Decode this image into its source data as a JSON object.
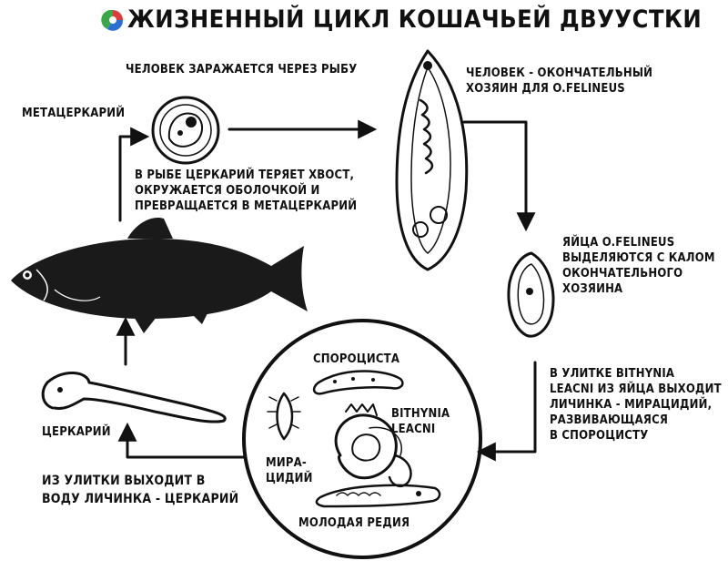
{
  "title": "ЖИЗНЕННЫЙ ЦИКЛ КОШАЧЬЕЙ ДВУУСТКИ",
  "labels": {
    "human_infected": "ЧЕЛОВЕК ЗАРАЖАЕТСЯ ЧЕРЕЗ РЫБУ",
    "metacercaria": "МЕТАЦЕРКАРИЙ",
    "fish_step": [
      "В РЫБЕ ЦЕРКАРИЙ ТЕРЯЕТ ХВОСТ,",
      "ОКРУЖАЕТСЯ ОБОЛОЧКОЙ И",
      "ПРЕВРАЩАЕТСЯ В МЕТАЦЕРКАРИЙ"
    ],
    "definitive_host": [
      "ЧЕЛОВЕК - ОКОНЧАТЕЛЬНЫЙ",
      "ХОЗЯИН ДЛЯ O.FELINEUS"
    ],
    "eggs": [
      "ЯЙЦА O.FELINEUS",
      "ВЫДЕЛЯЮТСЯ С КАЛОМ",
      "ОКОНЧАТЕЛЬНОГО",
      "ХОЗЯИНА"
    ],
    "snail_step": [
      "В УЛИТКЕ BITHYNIA",
      "LEACNI ИЗ ЯЙЦА ВЫХОДИТ",
      "ЛИЧИНКА - МИРАЦИДИЙ,",
      "РАЗВИВАЮЩАЯСЯ",
      "В СПОРОЦИСТУ"
    ],
    "sporocyst": "СПОРОЦИСТА",
    "snail_name": [
      "BITHYNIA",
      "LEACNI"
    ],
    "miracidium": [
      "МИРА-",
      "ЦИДИЙ"
    ],
    "redia": "МОЛОДАЯ РЕДИЯ",
    "cercaria": "ЦЕРКАРИЙ",
    "cercaria_exit": [
      "ИЗ УЛИТКИ ВЫХОДИТ В",
      "ВОДУ ЛИЧИНКА - ЦЕРКАРИЙ"
    ]
  },
  "icons": [
    "logo-icon",
    "fish-icon",
    "fluke-icon",
    "egg-icon",
    "snail-icon",
    "cercaria-icon",
    "metacercaria-icon",
    "sporocyst-icon",
    "miracidium-icon",
    "redia-icon"
  ],
  "colors": {
    "logo_red": "#e23a3a",
    "logo_blue": "#2a6fd6",
    "logo_green": "#3aa846",
    "ink": "#111111"
  }
}
